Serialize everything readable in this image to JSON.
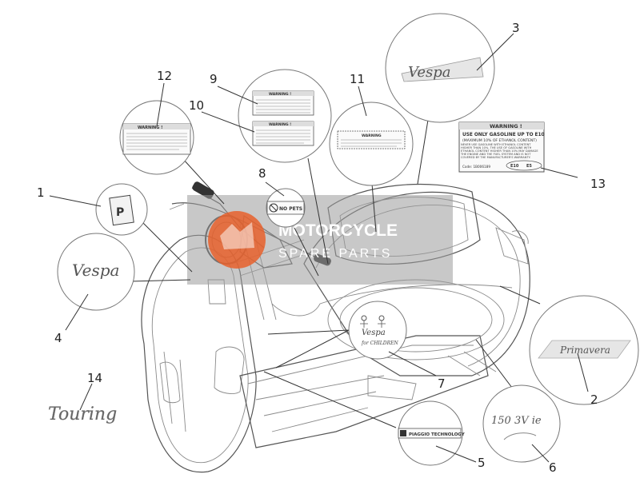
{
  "callouts": [
    "1",
    "2",
    "3",
    "4",
    "5",
    "6",
    "7",
    "8",
    "9",
    "10",
    "11",
    "12",
    "13",
    "14"
  ],
  "labels": {
    "brand": "Vespa",
    "touring": "Touring",
    "primavera": "Primavera",
    "engine": "150 3V ie",
    "for_children": "for CHILDREN",
    "no_pets": "NO PETS",
    "piaggio": "PIAGGIO TECHNOLOGY",
    "warning_head": "WARNING !",
    "warning_11": "WARNING",
    "fuel_line1": "USE ONLY GASOLINE UP TO E10",
    "fuel_line2": "(MAXIMUM 10% OF ETHANOL CONTENT)",
    "fuel_text": "NEVER USE GASOLINE WITH ETHANOL CONTENT HIGHER THAN 10%. THE USE OF GASOLINE WITH ETHANOL CONTENT HIGHER THAN 10% MAY DAMAGE THE ENGINE AND THE FUEL SYSTEM AND IS NOT COVERED BY THE MANUFACTURER'S WARRANTY.",
    "fuel_code": "Code: 1B006189",
    "e10": "E10",
    "e5": "E5"
  },
  "watermark": {
    "line1": "MOTORCYCLE",
    "line2": "SPARE PARTS",
    "badge_color": "#e8602c"
  }
}
